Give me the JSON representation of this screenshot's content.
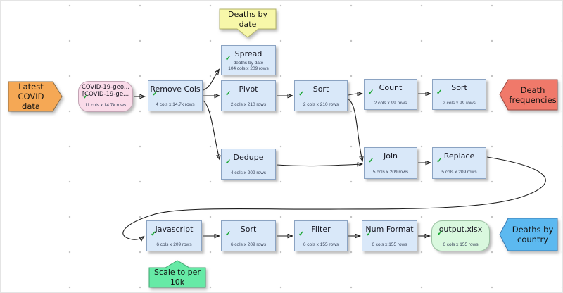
{
  "icons": {
    "check": "✓"
  },
  "colors": {
    "transform_fill": "#d9e8f9",
    "transform_border": "#8ba3c2",
    "source_fill": "#fadbe9",
    "output_fill": "#d9f8de",
    "input_label_fill": "#f5a855",
    "death_freq_label_fill": "#f0796a",
    "country_label_fill": "#5cb9f0",
    "note_yellow_fill": "#f7f7a9",
    "note_green_fill": "#66eaa6",
    "check_green": "#17a52f",
    "connector": "#1c1c1c"
  },
  "nodes": {
    "latest_covid": {
      "title": "Latest\nCOVID data"
    },
    "source_file": {
      "line1": "COVID-19-geo...",
      "line2": "[COVID-19-ge...",
      "sub": "11 cols x 14.7k rows"
    },
    "remove_cols": {
      "title": "Remove Cols",
      "sub": "4 cols x 14.7k rows"
    },
    "note_deaths_by_date": {
      "title": "Deaths by\ndate"
    },
    "spread": {
      "title": "Spread",
      "sub1": "deaths by date",
      "sub2": "104 cols x 209 rows"
    },
    "pivot": {
      "title": "Pivot",
      "sub": "2 cols x 210 rows"
    },
    "sort1": {
      "title": "Sort",
      "sub": "2 cols x 210 rows"
    },
    "count": {
      "title": "Count",
      "sub": "2 cols x 99 rows"
    },
    "sort2": {
      "title": "Sort",
      "sub": "2 cols x 99 rows"
    },
    "death_frequencies": {
      "title": "Death\nfrequencies"
    },
    "dedupe": {
      "title": "Dedupe",
      "sub": "4 cols x 209 rows"
    },
    "join": {
      "title": "Join",
      "sub": "5 cols x 209 rows"
    },
    "replace": {
      "title": "Replace",
      "sub": "5 cols x 209 rows"
    },
    "javascript": {
      "title": "Javascript",
      "sub": "6 cols x 209 rows"
    },
    "sort3": {
      "title": "Sort",
      "sub": "6 cols x 209 rows"
    },
    "filter": {
      "title": "Filter",
      "sub": "6 cols x 155 rows"
    },
    "num_format": {
      "title": "Num Format",
      "sub": "6 cols x 155 rows"
    },
    "output_file": {
      "title": "output.xlsx",
      "sub": "6 cols x 155 rows"
    },
    "deaths_by_country": {
      "title": "Deaths by\ncountry"
    },
    "note_scale": {
      "title": "Scale to per\n10k"
    }
  }
}
